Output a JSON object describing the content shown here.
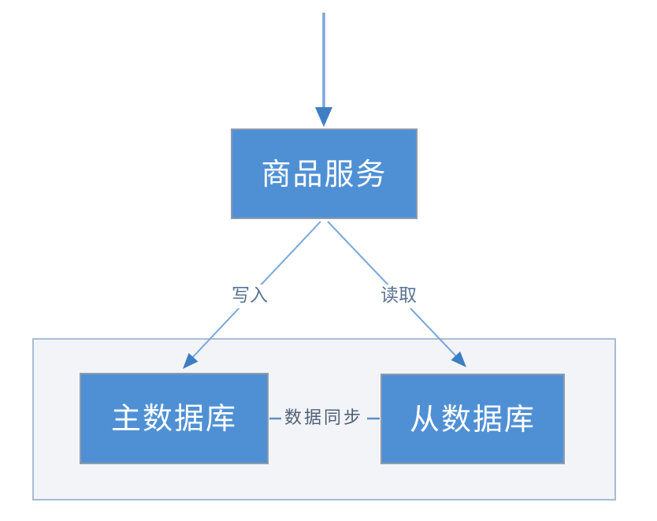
{
  "diagram": {
    "nodes": {
      "service": {
        "label": "商品服务"
      },
      "master_db": {
        "label": "主数据库"
      },
      "slave_db": {
        "label": "从数据库"
      }
    },
    "edges": {
      "write": {
        "label": "写入"
      },
      "read": {
        "label": "读取"
      },
      "sync": {
        "label": "数据同步"
      }
    }
  },
  "colors": {
    "page_bg": "#ffffff",
    "node_fill": "#4f90d5",
    "node_border": "#8e9aab",
    "node_text": "#ffffff",
    "flow_line": "#79a7da",
    "arrow_head": "#3e7ec4",
    "sync_line": "#5b8fc9",
    "edge_label_text": "#5a7392",
    "sync_label_text": "#4f6078",
    "container_bg": "#f2f4f8",
    "container_border": "#a6bcd6"
  }
}
